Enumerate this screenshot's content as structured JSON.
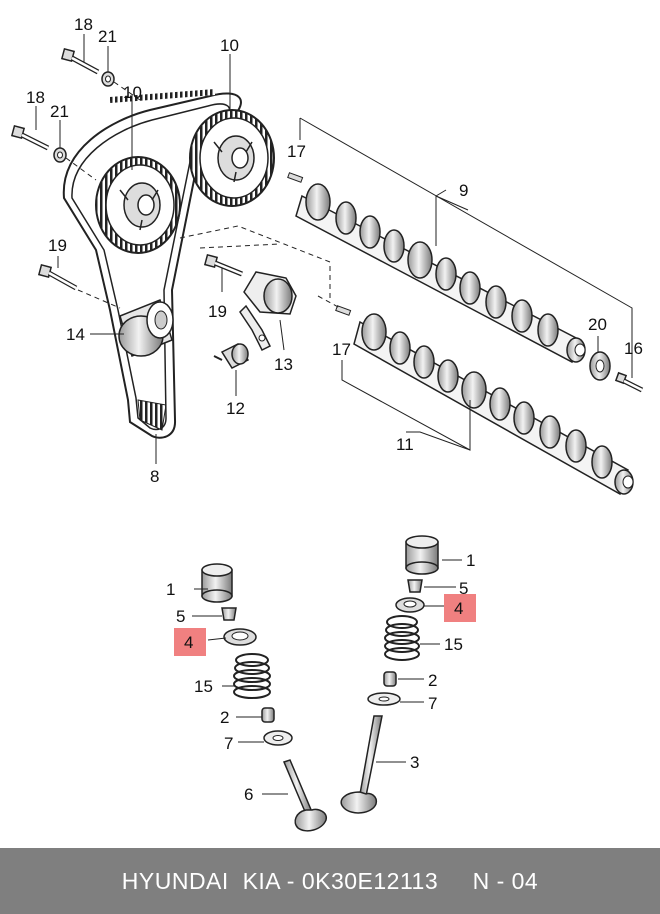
{
  "diagram": {
    "callouts": {
      "c18a": "18",
      "c21a": "21",
      "c10a": "10",
      "c18b": "18",
      "c21b": "21",
      "c10b": "10",
      "c17a": "17",
      "c9": "9",
      "c19a": "19",
      "c19b": "19",
      "c14": "14",
      "c13": "13",
      "c20": "20",
      "c16": "16",
      "c17b": "17",
      "c12": "12",
      "c8": "8",
      "c11": "11",
      "v1l": "1",
      "v5l": "5",
      "v4l": "4",
      "v15l": "15",
      "v2l": "2",
      "v7l": "7",
      "v6l": "6",
      "v1r": "1",
      "v5r": "5",
      "v4r": "4",
      "v15r": "15",
      "v2r": "2",
      "v7r": "7",
      "v3r": "3"
    },
    "highlight_color": "#f08080"
  },
  "footer": {
    "text": "HYUNDAI  KIA - 0K30E12113     N - 04"
  }
}
